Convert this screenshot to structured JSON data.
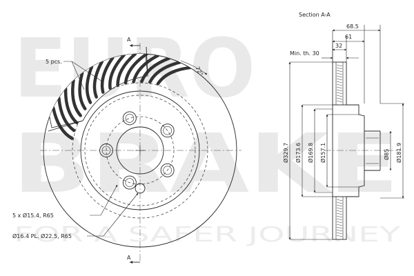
{
  "watermark": {
    "line1": "EURO",
    "line2": "BRAKE",
    "tagline": "FOR A SAFER JOURNEY"
  },
  "front_view": {
    "section_marker_top": "A",
    "section_marker_bottom": "A",
    "vane_count_label": "5 pcs.",
    "angle_label": "72°",
    "bolt_hole_label": "5 x Ø15.4, R65",
    "pilot_hole_label": "Ø16.4 PL. Ø22.5, R65"
  },
  "section_view": {
    "title": "Section A-A",
    "thickness_label": "Min. th. 30",
    "dimensions": {
      "d_68_5": "68.5",
      "d_61": "61",
      "d_32": "32",
      "d_329_7": "Ø329.7",
      "d_173_6": "Ø173.6",
      "d_169_8": "Ø169.8",
      "d_157_1": "Ø157.1",
      "d_85": "Ø85",
      "d_181_9": "Ø181.9"
    }
  }
}
